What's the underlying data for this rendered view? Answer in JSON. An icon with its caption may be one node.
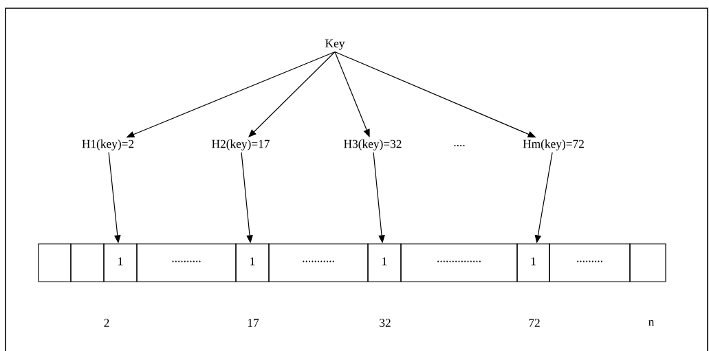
{
  "diagram": {
    "nodes": [
      {
        "text": [
          "Key"
        ]
      },
      {
        "text": [
          "H1(key)=2"
        ]
      },
      {
        "text": [
          "H2(key)=17"
        ]
      },
      {
        "text": [
          "H3(key)=32"
        ]
      },
      {
        "text": [
          "Hm(key)=72"
        ]
      },
      {
        "text": [],
        "shape": "box"
      },
      {
        "text": [],
        "shape": "box"
      },
      {
        "text": [
          "1"
        ]
      },
      {
        "text": [
          ".........."
        ]
      },
      {
        "text": [
          "1"
        ]
      },
      {
        "text": [
          "..........."
        ]
      },
      {
        "text": [
          "1"
        ]
      },
      {
        "text": [
          "..............."
        ]
      },
      {
        "text": [
          "1"
        ]
      },
      {
        "text": [
          "........."
        ]
      },
      {
        "text": [],
        "shape": "box"
      }
    ],
    "edges": [
      {
        "from": 0,
        "to": 1,
        "arrow": "to"
      },
      {
        "from": 0,
        "to": 2,
        "arrow": "to"
      },
      {
        "from": 0,
        "to": 3,
        "arrow": "to"
      },
      {
        "from": 0,
        "to": 4,
        "arrow": "to"
      },
      {
        "from": 1,
        "to": 7,
        "arrow": "to"
      },
      {
        "from": 2,
        "to": 9,
        "arrow": "to"
      },
      {
        "from": 3,
        "to": 11,
        "arrow": "to"
      },
      {
        "from": 4,
        "to": 13,
        "arrow": "to"
      }
    ],
    "labels": [
      "....",
      "2",
      "17",
      "32",
      "72",
      "n"
    ]
  }
}
